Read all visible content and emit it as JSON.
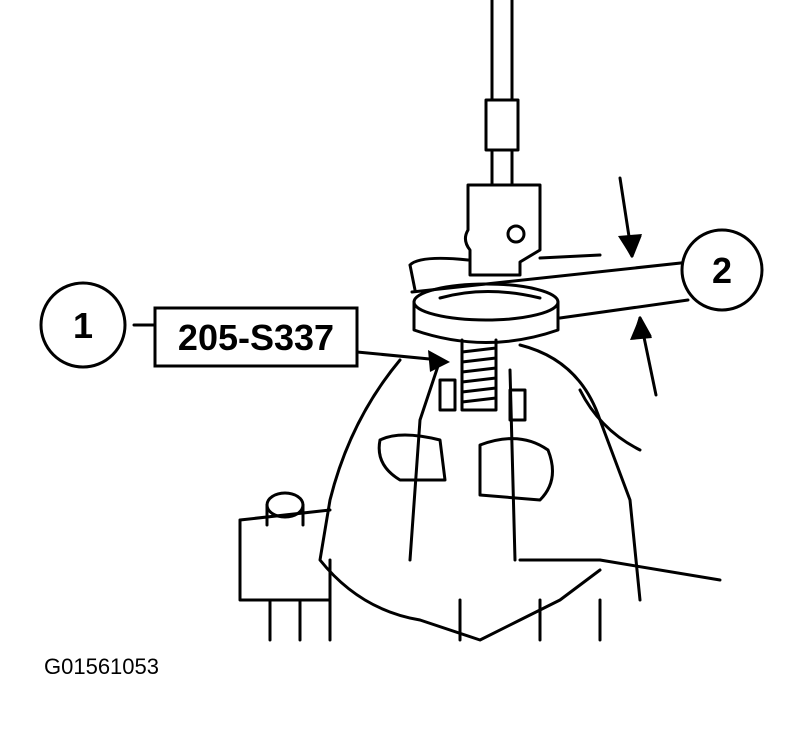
{
  "callouts": [
    {
      "number": "1",
      "part_label": "205-S337"
    },
    {
      "number": "2"
    }
  ],
  "figure_id": "G01561053"
}
